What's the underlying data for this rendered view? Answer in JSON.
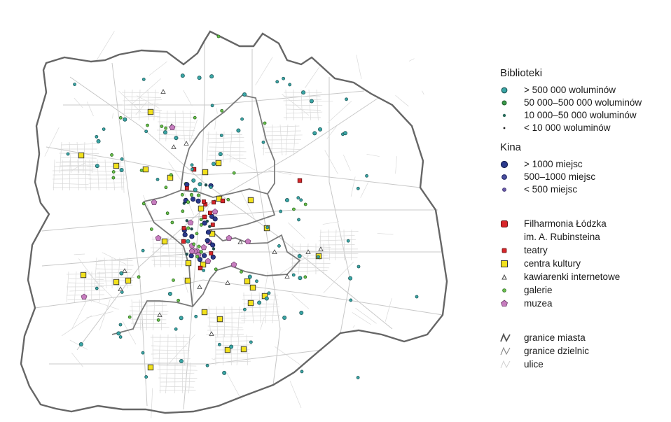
{
  "legend": {
    "libraries": {
      "title": "Biblioteki",
      "items": [
        "> 500 000 woluminów",
        "50 000–500 000 woluminów",
        "10 000–50 000 woluminów",
        "< 10 000 woluminów"
      ]
    },
    "cinemas": {
      "title": "Kina",
      "items": [
        "> 1000 miejsc",
        "500–1000 miejsc",
        "< 500 miejsc"
      ]
    },
    "institutions": {
      "philharmonic_line1": "Filharmonia Łódzka",
      "philharmonic_line2": "im. A. Rubinsteina",
      "theatres": "teatry",
      "culture_centres": "centra kultury",
      "internet_cafes": "kawiarenki internetowe",
      "galleries": "galerie",
      "museums": "muzea"
    },
    "boundaries": {
      "city": "granice miasta",
      "districts": "granice dzielnic",
      "streets": "ulice"
    }
  },
  "colors": {
    "library_teal": "#3aa6a6",
    "library_green": "#3a9a4a",
    "cinema_navy": "#2b3a8c",
    "cinema_purple": "#6a5aa8",
    "philharmonic_red": "#d8262a",
    "culture_yellow": "#f2e11c",
    "gallery_green": "#6abf4b",
    "museum_pink": "#c77dbf",
    "boundary_city": "#666666",
    "boundary_district": "#7a7a7a",
    "street": "#d0d0d0"
  }
}
